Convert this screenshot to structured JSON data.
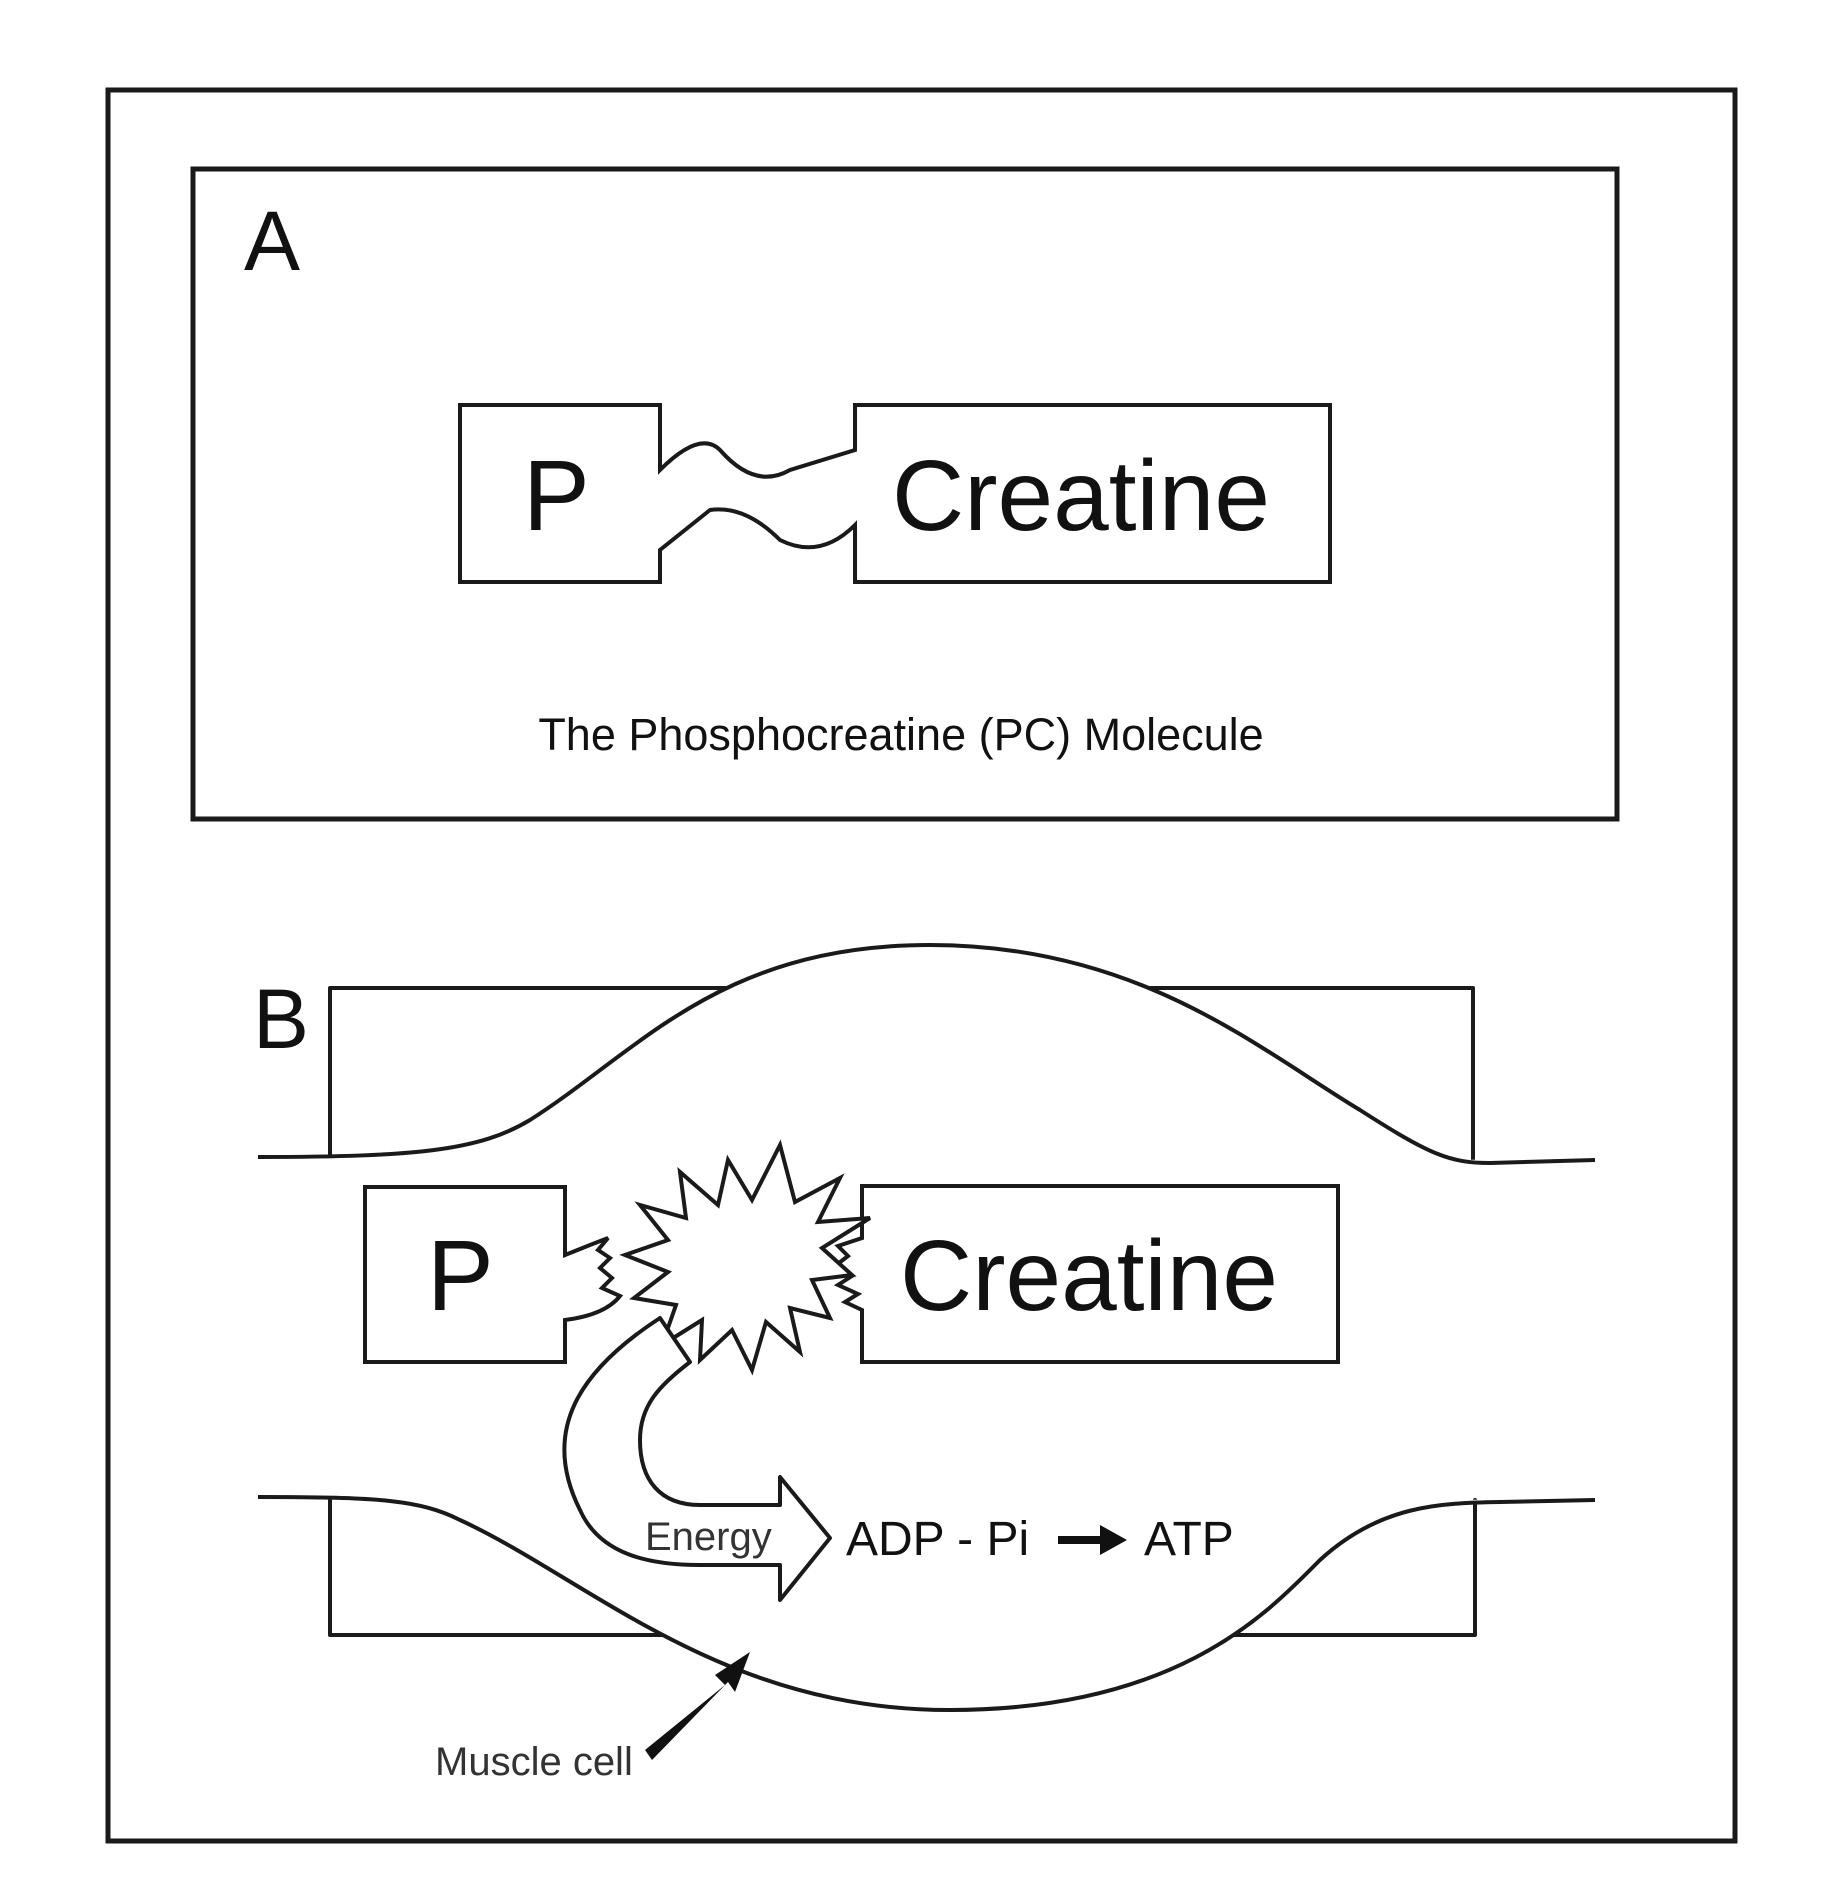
{
  "panel_a": {
    "label": "A",
    "phosphate_label": "P",
    "creatine_label": "Creatine",
    "caption": "The Phosphocreatine (PC) Molecule"
  },
  "panel_b": {
    "label": "B",
    "phosphate_label": "P",
    "creatine_label": "Creatine",
    "energy_label": "Energy",
    "reaction_left": "ADP - Pi",
    "reaction_right": "ATP",
    "muscle_cell_label": "Muscle cell"
  }
}
